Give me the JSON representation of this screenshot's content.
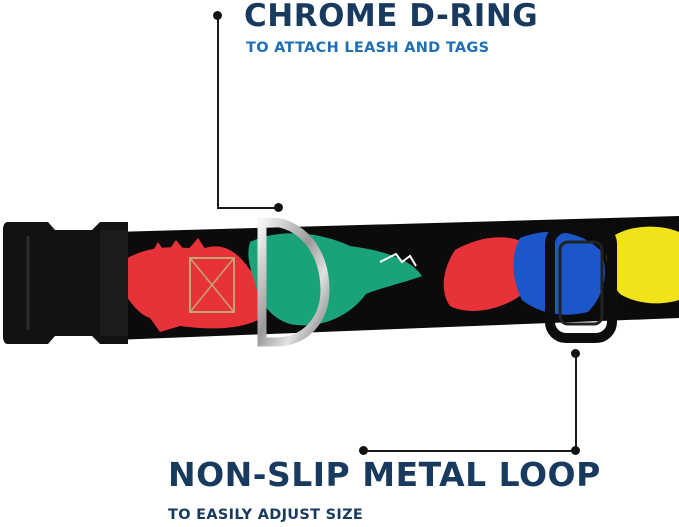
{
  "callouts": {
    "top": {
      "title": "CHROME D-RING",
      "subtitle": "TO ATTACH LEASH AND TAGS"
    },
    "bottom": {
      "title": "NON-SLIP METAL LOOP",
      "subtitle": "TO EASILY ADJUST SIZE"
    }
  },
  "colors": {
    "title": "#173a5e",
    "subtitle_top": "#1f6fb5",
    "leader_line": "#1a1a1a",
    "strap": "#0b0b0b",
    "dino_red": "#e8323a",
    "dino_green": "#1aa37a",
    "dino_blue": "#1b57c9",
    "dino_yellow": "#f2e21a"
  },
  "product": {
    "subject": "dog-collar-icon",
    "parts": [
      "buckle-icon",
      "d-ring-icon",
      "slide-loop-icon"
    ]
  }
}
